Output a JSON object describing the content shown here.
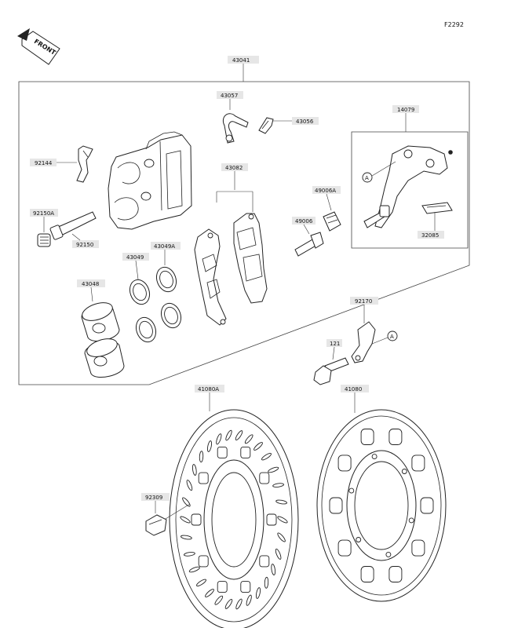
{
  "figure_code": "F2292",
  "front_label": "FRONT",
  "callout_a": "A",
  "labels": {
    "caliper_assy": "43041",
    "bleed_pipe": "43057",
    "bleed_valve": "43056",
    "bracket": "14079",
    "spring": "92144",
    "pad_assy": "43082",
    "boot_a": "49006A",
    "boot": "92150A",
    "pin": "92150",
    "pin_2": "49006",
    "seal": "43049",
    "seal_a": "43049A",
    "piston": "43048",
    "bracket_spring": "32085",
    "hose_clamp": "92170",
    "bolt": "121",
    "disc_a": "41080A",
    "disc": "41080",
    "disc_bolt": "92309"
  }
}
